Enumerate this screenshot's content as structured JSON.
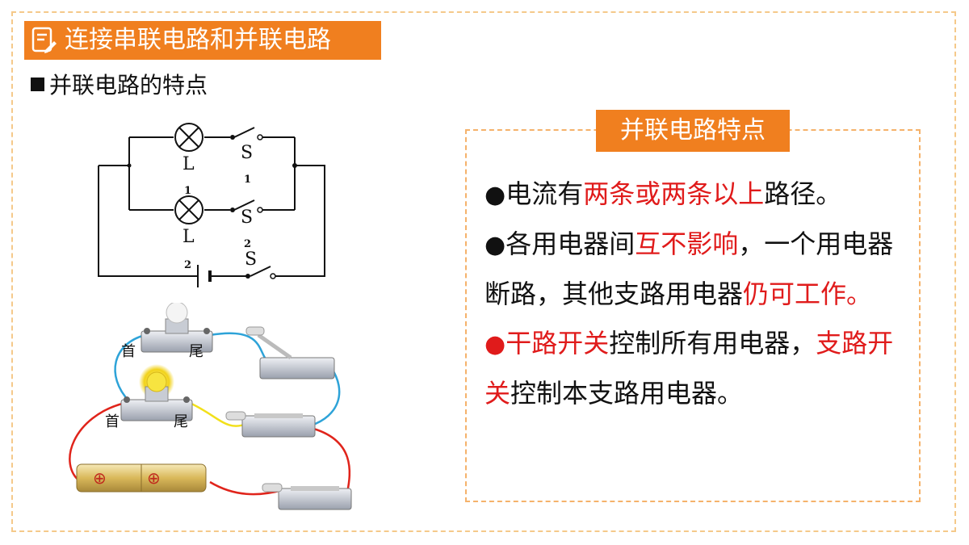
{
  "slide": {
    "title": "连接串联电路和并联电路",
    "subtitle": "并联电路的特点"
  },
  "schematic": {
    "labels": {
      "L1_a": "L",
      "L1_b": "1",
      "S1_a": "S",
      "S1_b": "1",
      "L2_a": "L",
      "L2_b": "2",
      "S2_a": "S",
      "S2_b": "2",
      "S_main": "S"
    }
  },
  "photo": {
    "labels": {
      "head1": "首",
      "tail1": "尾",
      "head2": "首",
      "tail2": "尾"
    },
    "battery_sign": "⊕"
  },
  "summary": {
    "header": "并联电路特点",
    "bullet_black": "●",
    "bullet_red": "●",
    "p1": {
      "a": "电流有",
      "b": "两条或两条以上",
      "c": "路径。"
    },
    "p2": {
      "a": "各用电器间",
      "b": "互不影响",
      "c": "，一个用电器断路，其他支路用电器",
      "d": "仍可工作。"
    },
    "p3": {
      "a": "干路开关",
      "b": "控制所有用电器，",
      "c": "支路开关",
      "d": "控制本支路用电器。"
    }
  },
  "colors": {
    "accent": "#f07f1f",
    "emphasis": "#e01b1b",
    "frame": "#f5c98a"
  }
}
